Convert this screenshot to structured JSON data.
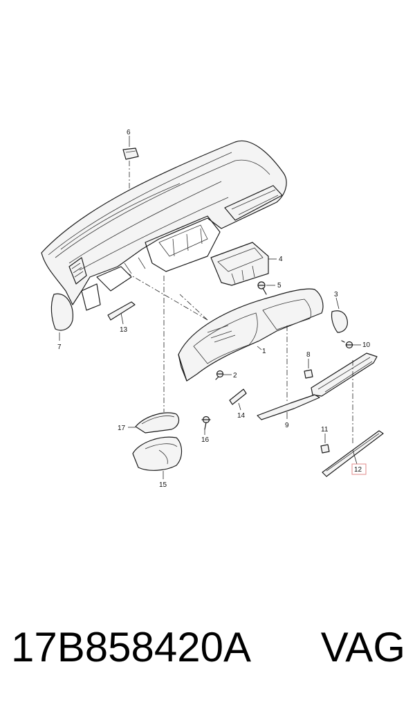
{
  "diagram": {
    "callouts": {
      "c1": "1",
      "c2": "2",
      "c3": "3",
      "c4": "4",
      "c5": "5",
      "c6": "6",
      "c7": "7",
      "c8": "8",
      "c9": "9",
      "c10": "10",
      "c11": "11",
      "c12": "12",
      "c13": "13",
      "c14": "14",
      "c15": "15",
      "c16": "16",
      "c17": "17"
    },
    "highlight_color": "#e08a8a"
  },
  "caption": {
    "part_number": "17B858420A",
    "brand": "VAG"
  }
}
